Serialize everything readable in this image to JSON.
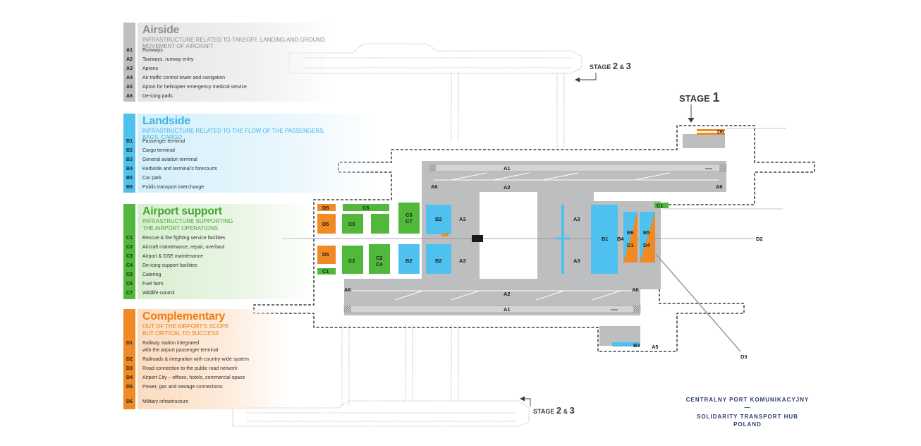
{
  "colors": {
    "airside": "#bdbebf",
    "landside": "#4fc1ef",
    "support": "#52b83b",
    "complementary": "#f08a24",
    "runway": "#c9cacb",
    "brand": "#2b3f6b"
  },
  "legend": {
    "airside": {
      "title": "Airside",
      "subtitle": "INFRASTRUCTURE RELATED TO TAKEOFF, LANDING AND GROUND MOVEMENT OF AIRCRAFT",
      "items": [
        {
          "code": "A1",
          "text": "Runways"
        },
        {
          "code": "A2",
          "text": "Taxiways, runway entry"
        },
        {
          "code": "A3",
          "text": "Aprons"
        },
        {
          "code": "A4",
          "text": "Air traffic control tower and navigation"
        },
        {
          "code": "A5",
          "text": "Apron for helicopter emergency medical service"
        },
        {
          "code": "A6",
          "text": "De-icing pads"
        }
      ]
    },
    "landside": {
      "title": "Landside",
      "subtitle": "INFRASTRUCTURE RELATED TO THE FLOW OF THE PASSENGERS, BAGS, CARGO",
      "items": [
        {
          "code": "B1",
          "text": "Passenger terminal"
        },
        {
          "code": "B2",
          "text": "Cargo terminal"
        },
        {
          "code": "B3",
          "text": "General aviation terminal"
        },
        {
          "code": "B4",
          "text": "Kerbside and terminal's forecourts"
        },
        {
          "code": "B5",
          "text": "Car park"
        },
        {
          "code": "B6",
          "text": "Public transport interchange"
        }
      ]
    },
    "support": {
      "title": "Airport support",
      "subtitle1": "INFRASTRUCTURE SUPPORTING",
      "subtitle2": "THE AIRPORT OPERATIONS",
      "items": [
        {
          "code": "C1",
          "text": "Rescue & fire fighting service facilities"
        },
        {
          "code": "C2",
          "text": "Aircraft maintenance, repair, overhaul"
        },
        {
          "code": "C3",
          "text": "Airport & GSE maintenance"
        },
        {
          "code": "C4",
          "text": "De-icing support facilities"
        },
        {
          "code": "C5",
          "text": "Catering"
        },
        {
          "code": "C6",
          "text": "Fuel farm"
        },
        {
          "code": "C7",
          "text": "Wildlife control"
        }
      ]
    },
    "complementary": {
      "title": "Complementary",
      "subtitle1": "OUT OF THE AIRPORT'S SCOPE",
      "subtitle2": "BUT CRITICAL TO SUCCESS",
      "items": [
        {
          "code": "D1",
          "text": "Railway station integrated",
          "text2": "with the airport passenger terminal"
        },
        {
          "code": "D2",
          "text": "Railroads & integration with country-wide system"
        },
        {
          "code": "D3",
          "text": "Road connection to the public road network"
        },
        {
          "code": "D4",
          "text": "Airport City – offices, hotels, commercial space"
        },
        {
          "code": "D5",
          "text": "Power, gas and sewage connections"
        },
        {
          "code": "D6",
          "text": "Military infrastructure"
        }
      ]
    }
  },
  "stages": {
    "stage1_word": "STAGE",
    "stage1_num": "1",
    "stage23_word": "STAGE",
    "stage23_num": "2",
    "stage23_amp": "&",
    "stage23_num2": "3"
  },
  "map_labels": {
    "A1": "A1",
    "A2": "A2",
    "A3": "A3",
    "A5": "A5",
    "A6": "A6",
    "B1": "B1",
    "B2": "B2",
    "B3": "B3",
    "B4": "B4",
    "B5": "B5",
    "B6": "B6",
    "C1": "C1",
    "C2": "C2",
    "C3": "C3",
    "C4": "C4",
    "C5": "C5",
    "C6": "C6",
    "C7": "C7",
    "D1": "D1",
    "D2": "D2",
    "D3": "D3",
    "D4": "D4",
    "D5": "D5",
    "D6": "D6"
  },
  "brand": {
    "line1": "CENTRALNY PORT KOMUNIKACYJNY",
    "dash": "—",
    "line2": "SOLIDARITY TRANSPORT HUB",
    "line3": "POLAND"
  }
}
